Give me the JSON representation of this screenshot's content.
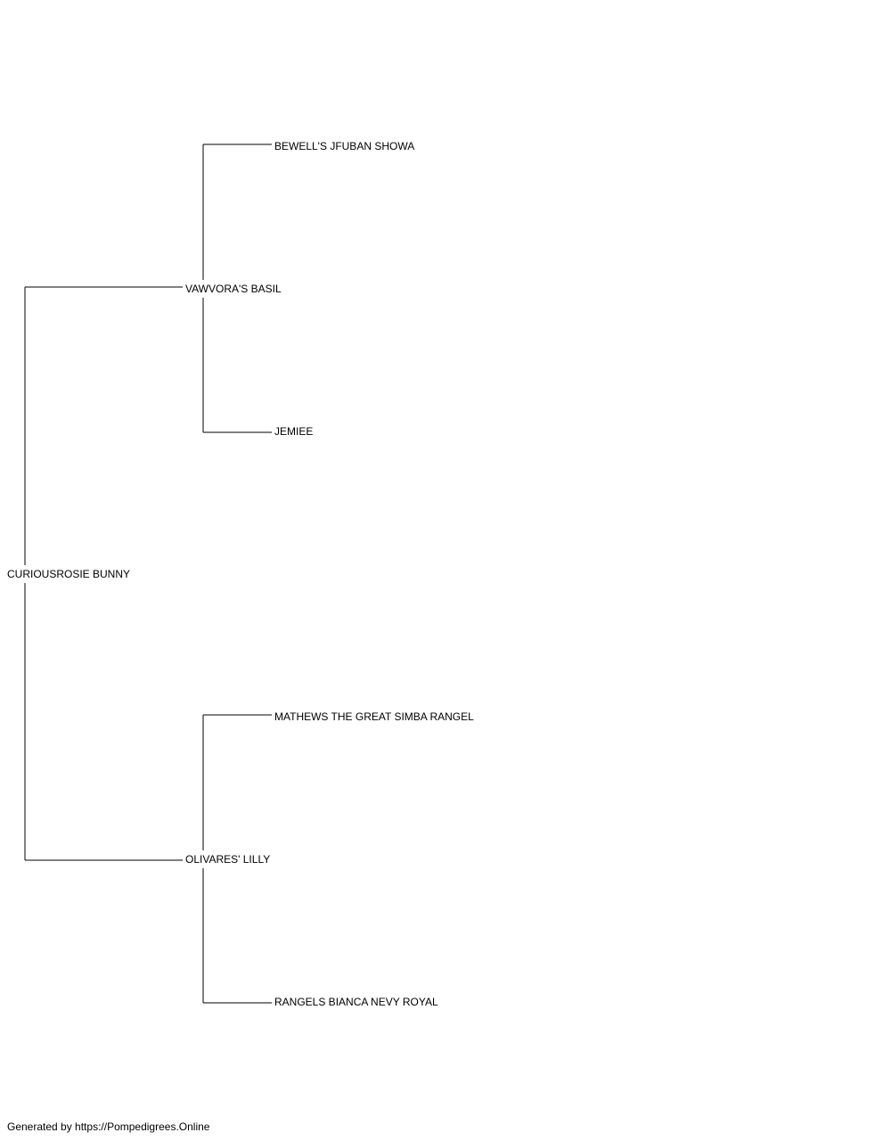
{
  "pedigree": {
    "subject": "CURIOUSROSIE BUNNY",
    "sire": "VAWVORA'S BASIL",
    "dam": "OLIVARES' LILLY",
    "sire_sire": "BEWELL'S JFUBAN SHOWA",
    "sire_dam": "JEMIEE",
    "dam_sire": "MATHEWS THE GREAT SIMBA RANGEL",
    "dam_dam": "RANGELS BIANCA NEVY ROYAL"
  },
  "footer": {
    "generated_by": "Generated by https://Pompedigrees.Online"
  }
}
